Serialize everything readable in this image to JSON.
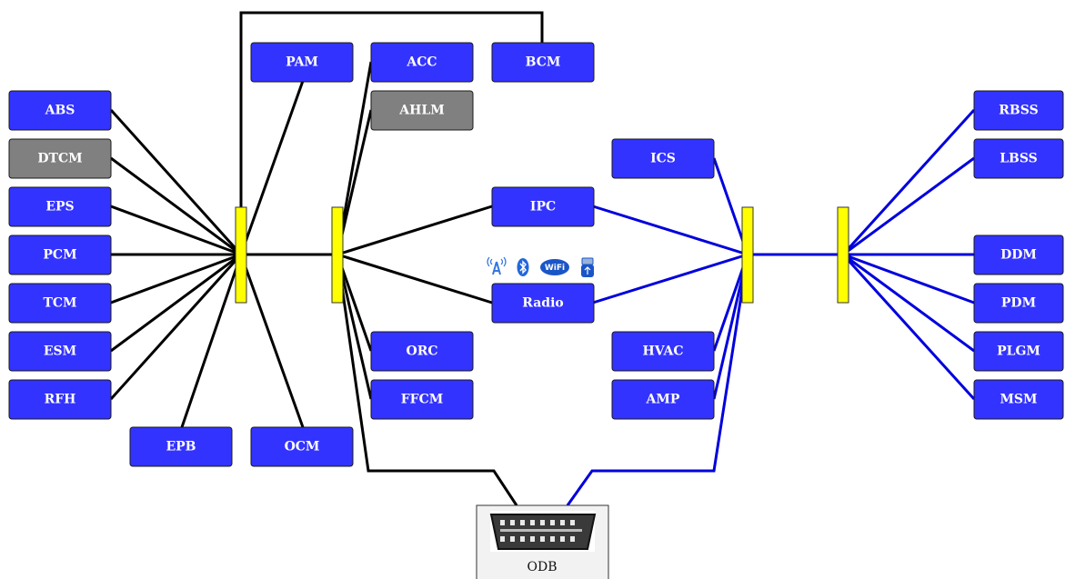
{
  "colors": {
    "module_fill": "#3333ff",
    "module_fill_disabled": "#808080",
    "bus_black": "#000000",
    "bus_blue": "#0000dd",
    "gateway_fill": "#ffff00",
    "odb_fill": "#f2f2f2"
  },
  "modules": {
    "abs": "ABS",
    "dtcm": "DTCM",
    "eps": "EPS",
    "pcm": "PCM",
    "tcm": "TCM",
    "esm": "ESM",
    "rfh": "RFH",
    "epb": "EPB",
    "ocm": "OCM",
    "pam": "PAM",
    "acc": "ACC",
    "ahlm": "AHLM",
    "bcm": "BCM",
    "ipc": "IPC",
    "radio": "Radio",
    "orc": "ORC",
    "ffcm": "FFCM",
    "ics": "ICS",
    "hvac": "HVAC",
    "amp": "AMP",
    "rbss": "RBSS",
    "lbss": "LBSS",
    "ddm": "DDM",
    "pdm": "PDM",
    "plgm": "PLGM",
    "msm": "MSM"
  },
  "disabled_modules": [
    "dtcm",
    "ahlm"
  ],
  "radio_icons": [
    "antenna-icon",
    "bluetooth-icon",
    "wifi-icon",
    "usb-icon"
  ],
  "odb": {
    "label": "ODB"
  }
}
